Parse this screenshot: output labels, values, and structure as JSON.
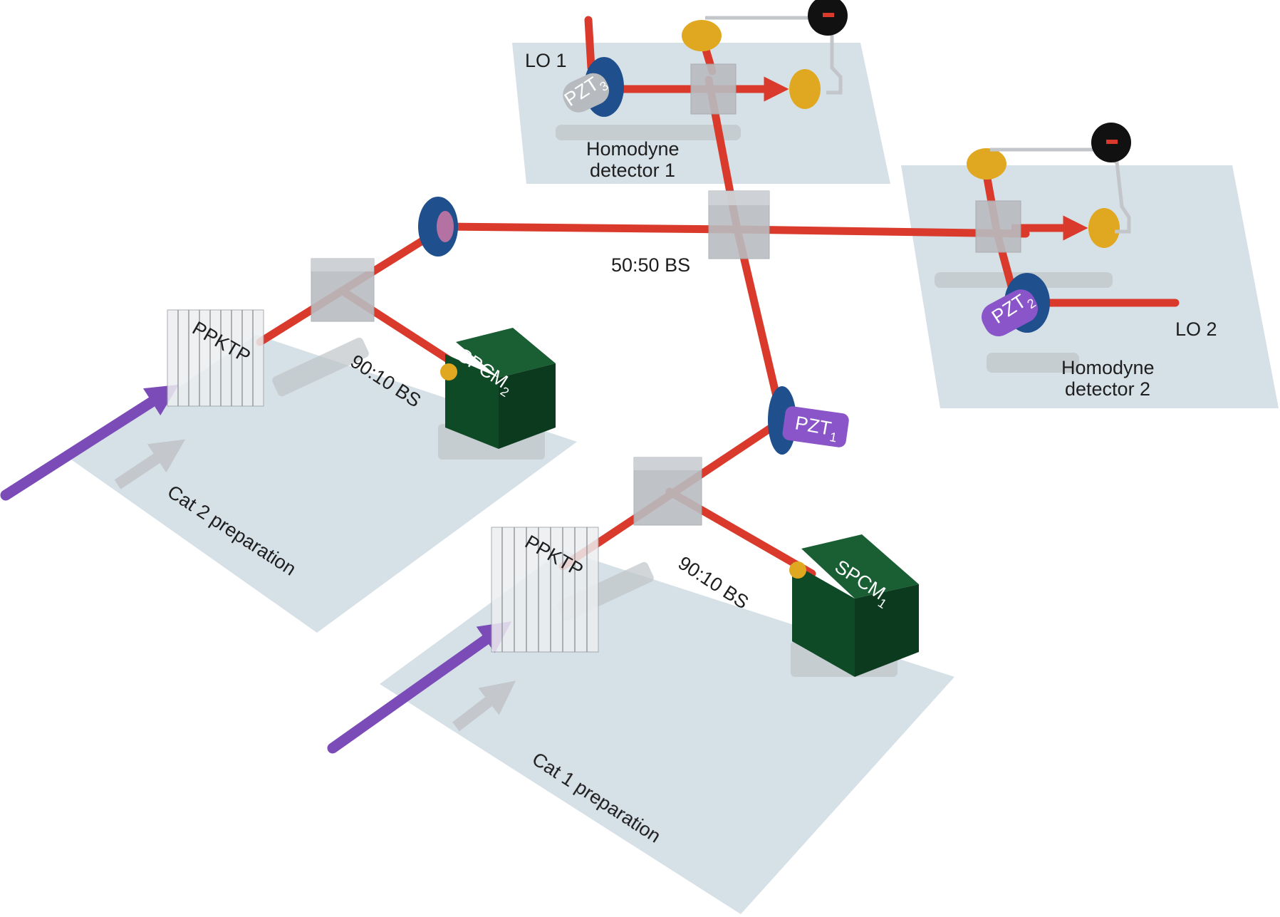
{
  "labels": {
    "lo1": "LO 1",
    "lo2": "LO 2",
    "homodyne1_line1": "Homodyne",
    "homodyne1_line2": "detector 1",
    "homodyne2_line1": "Homodyne",
    "homodyne2_line2": "detector 2",
    "bs_5050": "50:50 BS",
    "bs_9010_a": "90:10 BS",
    "bs_9010_b": "90:10 BS",
    "ppktp_a": "PPKTP",
    "ppktp_b": "PPKTP",
    "spcm1": "SPCM",
    "spcm1_sub": "1",
    "spcm2": "SPCM",
    "spcm2_sub": "2",
    "pzt1": "PZT",
    "pzt1_sub": "1",
    "pzt2": "PZT",
    "pzt2_sub": "2",
    "pzt3": "PZT",
    "pzt3_sub": "3",
    "cat1": "Cat 1 preparation",
    "cat2": "Cat 2 preparation"
  },
  "colors": {
    "beam": "#d93a2b",
    "pump": "#7b4bb8",
    "plate": "#cfdbe3",
    "cube": "#b9bcc0",
    "spcm": "#0e4a26",
    "detector": "#e0a820",
    "pzt": "#8a55c9",
    "mount": "#1f4f8c"
  }
}
